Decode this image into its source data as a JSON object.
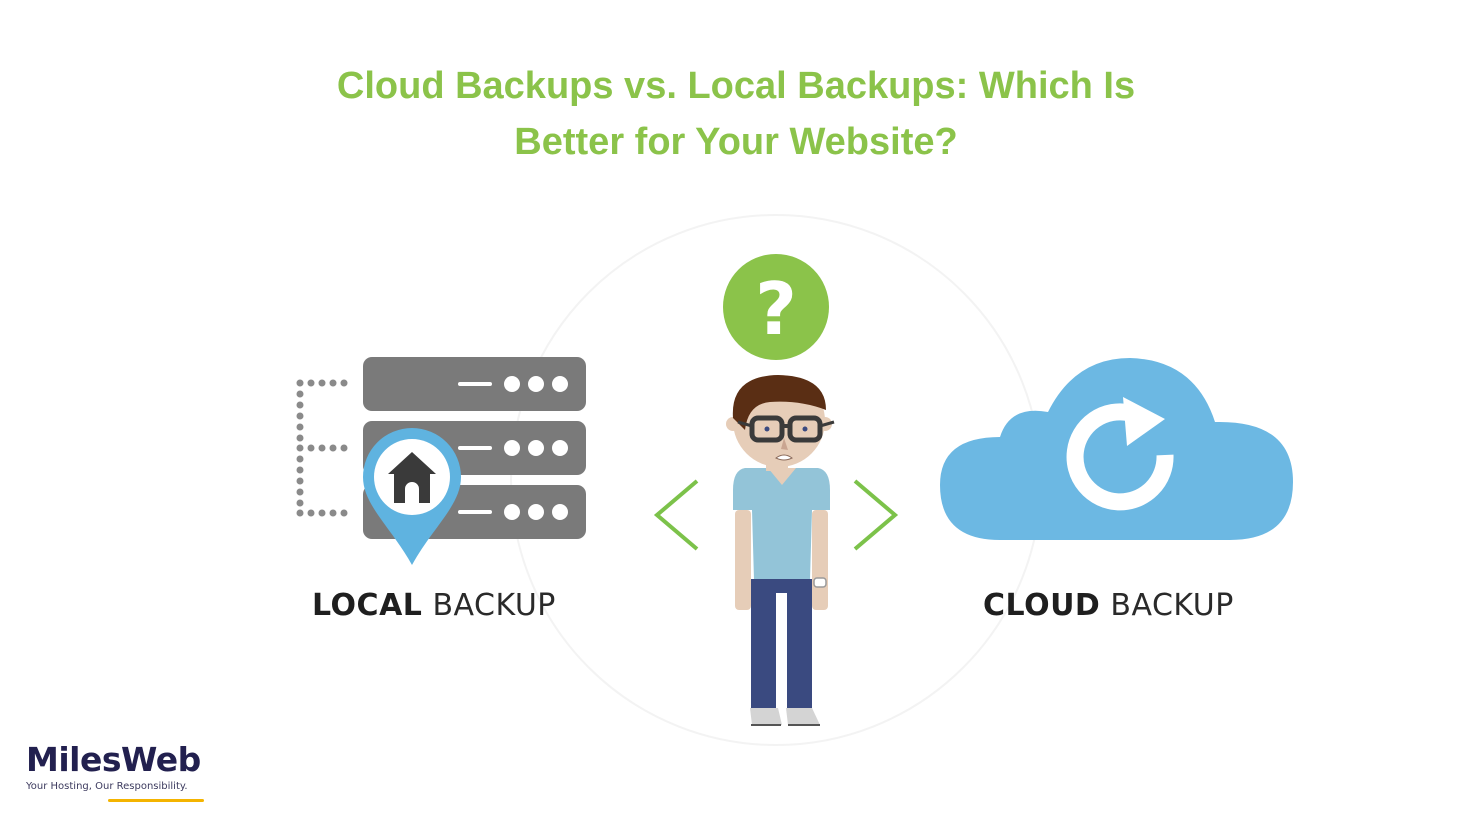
{
  "title": {
    "line1": "Cloud Backups vs. Local Backups: Which Is",
    "line2": "Better for Your Website?",
    "color": "#8bc34a"
  },
  "illustration": {
    "left": {
      "icon": "server-with-home-pin-icon",
      "label_bold": "LOCAL",
      "label_light": "BACKUP",
      "server_color": "#7a7a7a",
      "pin_color": "#5fb3e0"
    },
    "center": {
      "icon": "confused-person-icon",
      "question_badge": "?",
      "badge_color": "#8bc34a",
      "arrow_left": "chevron-left-icon",
      "arrow_right": "chevron-right-icon"
    },
    "right": {
      "icon": "cloud-refresh-icon",
      "label_bold": "CLOUD",
      "label_light": "BACKUP",
      "cloud_color": "#6cb8e3"
    }
  },
  "brand": {
    "name": "MilesWeb",
    "tagline": "Your Hosting, Our Responsibility.",
    "name_color": "#22204f",
    "underline_color": "#f4b400"
  }
}
